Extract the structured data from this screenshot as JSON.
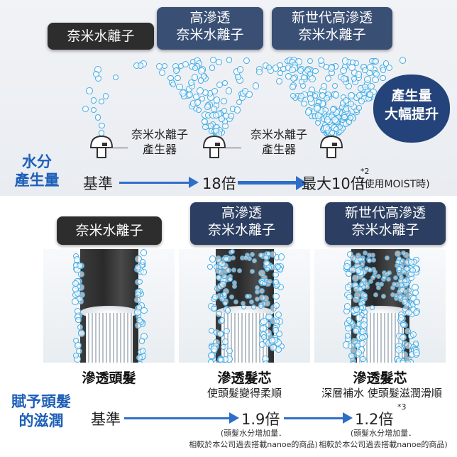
{
  "top": {
    "pills": [
      "奈米水離子",
      "高滲透\n奈米水離子",
      "新世代高滲透\n奈米水離子"
    ],
    "generator_label": "奈米水離子\n產生器",
    "boost_badge": "產生量\n大幅提升",
    "row_label": "水分\n產生量",
    "baseline": "基準",
    "mid_value": "18倍",
    "max_value": "最大10倍",
    "max_note_mark": "*2",
    "max_note": "(使用MOIST時)"
  },
  "bottom": {
    "pills": [
      "奈米水離子",
      "高滲透\n奈米水離子",
      "新世代高滲透\n奈米水離子"
    ],
    "captions": [
      "滲透頭髮",
      "滲透髮芯",
      "滲透髮芯"
    ],
    "subcaptions": [
      "",
      "使頭髮變得柔順",
      "深層補水 使頭髮滋潤滑順"
    ],
    "row_label": "賦予頭髮\n的滋潤",
    "baseline": "基準",
    "mid_value": "1.9倍",
    "max_value": "1.2倍",
    "max_note_mark": "*3",
    "notes": [
      "(頭髮水分增加量．\n相較於本公司過去搭載nanoe的商品)",
      "(頭髮水分增加量．\n相較於本公司過去搭載nanoe的商品)"
    ]
  },
  "colors": {
    "accent": "#1e5fb8",
    "navy": "#3a4f74",
    "dark_pill": "#2d2d2d",
    "bubble": "#49aee6"
  }
}
